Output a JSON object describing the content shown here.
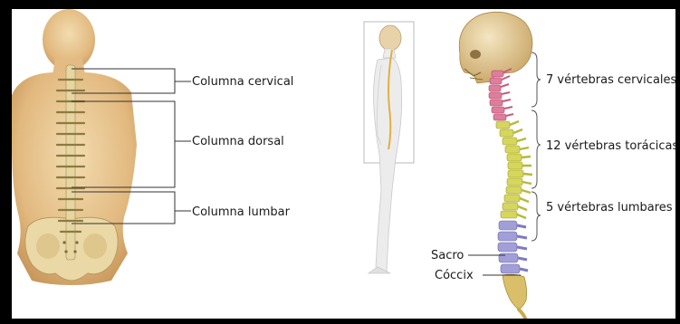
{
  "labels": {
    "cervical": "Columna cervical",
    "dorsal": "Columna dorsal",
    "lumbar": "Columna lumbar",
    "vert_cervicales": "7 vértebras cervicales",
    "vert_toracicas": "12 vértebras torácicas",
    "vert_lumbares": "5 vértebras lumbares",
    "sacro": "Sacro",
    "coccix": "Cóccix"
  },
  "colors": {
    "skin": "#e9c896",
    "skin_shadow": "#c99a5f",
    "bone": "#e8d7a6",
    "cervical": "#e07c9c",
    "thoracic": "#d8d85a",
    "lumbar": "#9d9ad6",
    "sacrum": "#d9bf6a",
    "line": "#333333"
  }
}
